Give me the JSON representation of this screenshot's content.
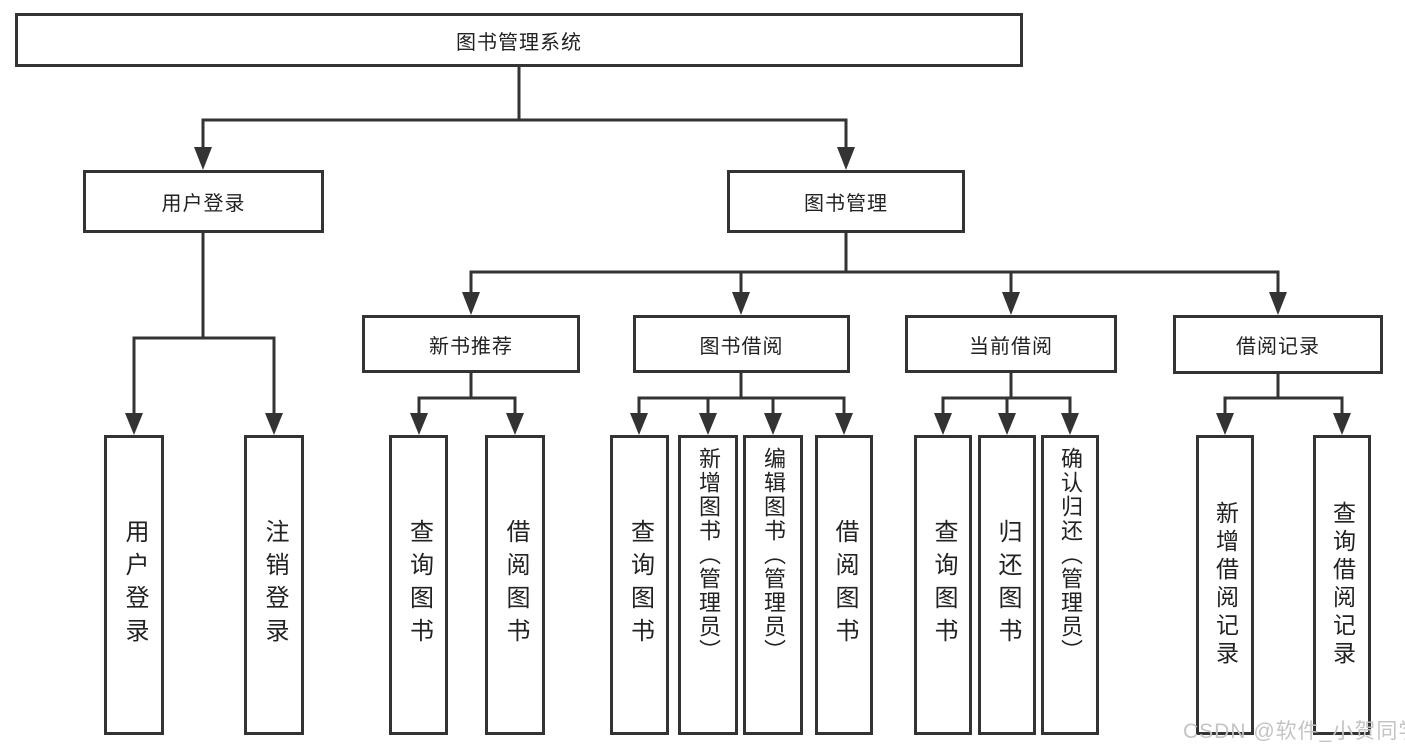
{
  "nodes": {
    "root": "图书管理系统",
    "user_login": "用户登录",
    "book_mgmt": "图书管理",
    "new_book": "新书推荐",
    "book_borrow": "图书借阅",
    "current_borrow": "当前借阅",
    "borrow_record": "借阅记录",
    "leaf_user_login": "用户登录",
    "leaf_logout": "注销登录",
    "leaf_nb_query": "查询图书",
    "leaf_nb_borrow": "借阅图书",
    "leaf_bb_query": "查询图书",
    "leaf_bb_add": "新增图书（管理员）",
    "leaf_bb_edit": "编辑图书（管理员）",
    "leaf_bb_borrow": "借阅图书",
    "leaf_cb_query": "查询图书",
    "leaf_cb_return": "归还图书",
    "leaf_cb_confirm": "确认归还（管理员）",
    "leaf_br_add": "新增借阅记录",
    "leaf_br_query": "查询借阅记录"
  },
  "hierarchy": {
    "图书管理系统": {
      "用户登录": [
        "用户登录",
        "注销登录"
      ],
      "图书管理": {
        "新书推荐": [
          "查询图书",
          "借阅图书"
        ],
        "图书借阅": [
          "查询图书",
          "新增图书（管理员）",
          "编辑图书（管理员）",
          "借阅图书"
        ],
        "当前借阅": [
          "查询图书",
          "归还图书",
          "确认归还（管理员）"
        ],
        "借阅记录": [
          "新增借阅记录",
          "查询借阅记录"
        ]
      }
    }
  },
  "watermark": "CSDN @软件_小贺同学",
  "colors": {
    "line": "#333333",
    "text": "#222222",
    "box_background": "#ffffff",
    "watermark": "#c4c4c4",
    "background": "#ffffff"
  }
}
